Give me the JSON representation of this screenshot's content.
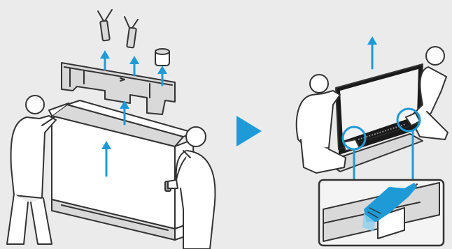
{
  "background": "#ebebeb",
  "colors": {
    "accent": "#1e9bd7",
    "line": "#333333",
    "tv_screen_light": "#f2f2f2",
    "tv_screen_dark": "#1a1a1a",
    "packaging_grey": "#d9d9d9"
  },
  "steps": [
    {
      "id": "unbox",
      "description_icon": "people-lifting-tv-box"
    },
    {
      "id": "lift-tv",
      "description_icon": "people-lifting-tv"
    }
  ],
  "icons": {
    "next_step": "play-triangle-icon",
    "up_arrow": "up-arrow-icon",
    "magnifier": "detail-callout-icon"
  }
}
